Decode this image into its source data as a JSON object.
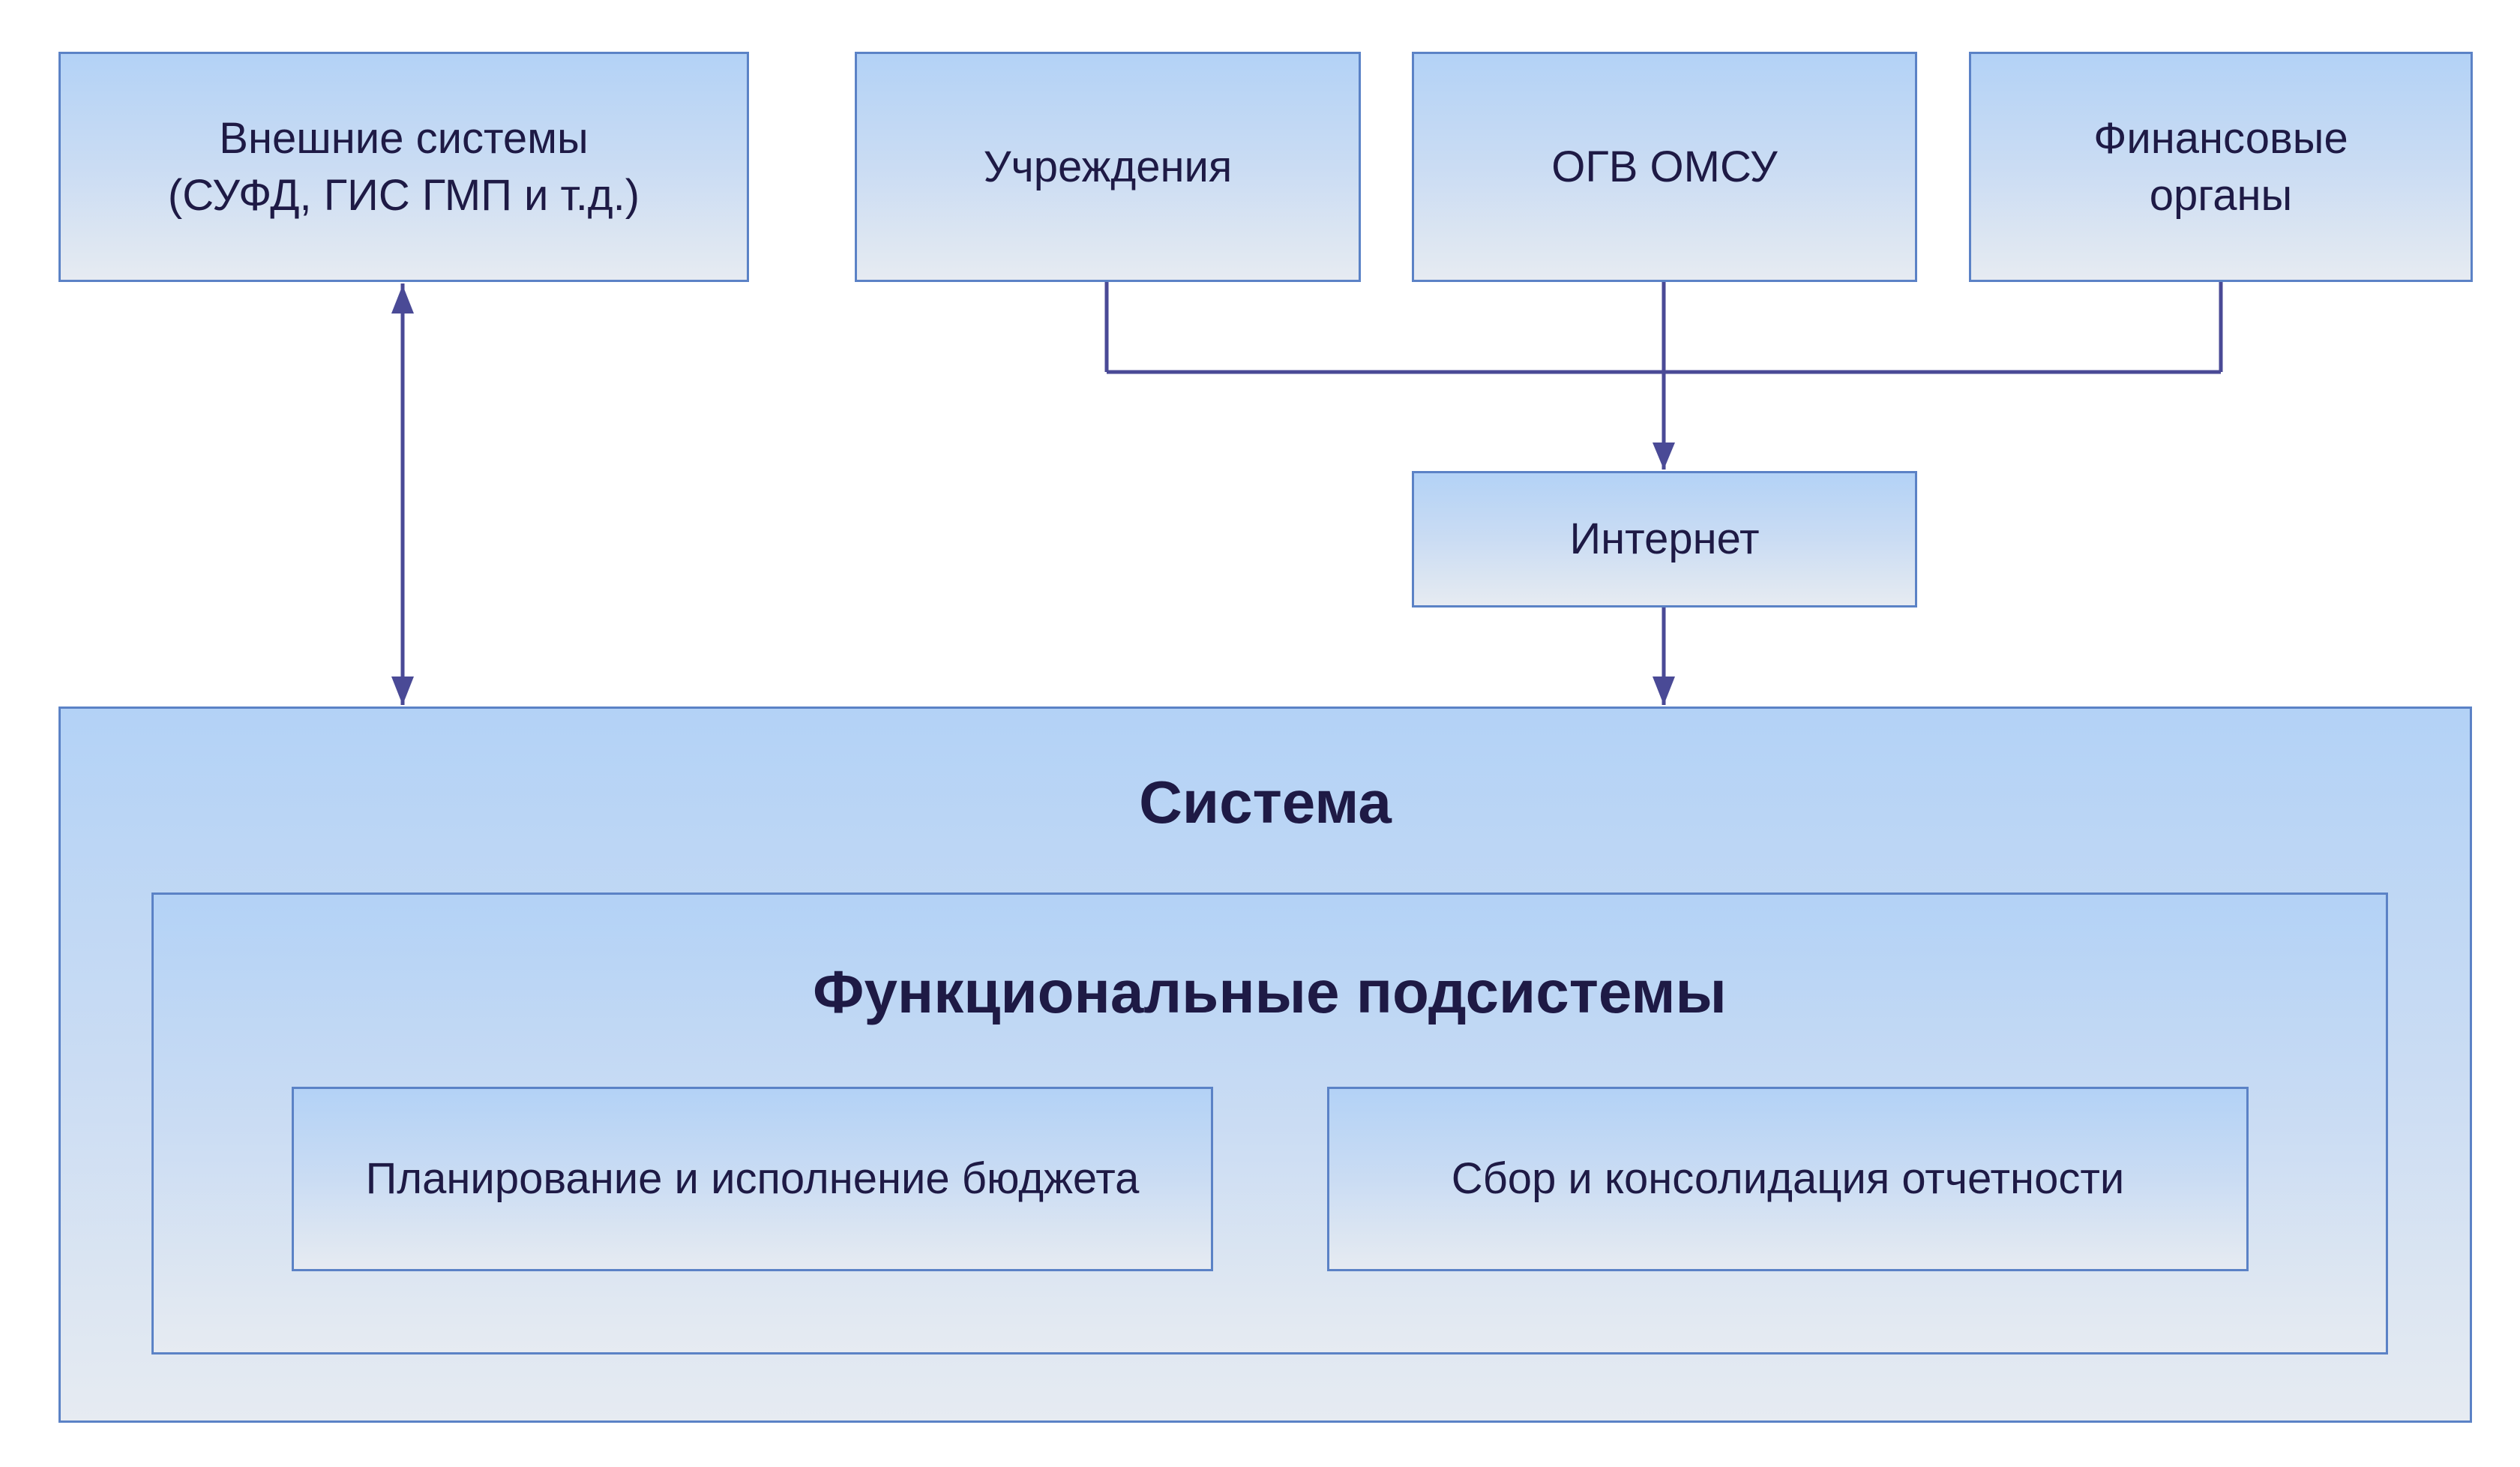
{
  "external_systems": {
    "label": "Внешние системы\n(СУФД, ГИС ГМП и т.д.)"
  },
  "institutions": {
    "label": "Учреждения"
  },
  "ogv_omsu": {
    "label": "ОГВ ОМСУ"
  },
  "financial_bodies": {
    "label": "Финансовые\nорганы"
  },
  "internet": {
    "label": "Интернет"
  },
  "system": {
    "title": "Система",
    "functional_subsystems": {
      "title": "Функциональные подсистемы",
      "items": [
        {
          "label": "Планирование и исполнение бюджета"
        },
        {
          "label": "Сбор и консолидация отчетности"
        }
      ]
    }
  },
  "colors": {
    "box_border": "#5b82c6",
    "gradient_top": "#b3d2f6",
    "gradient_bottom": "#e6ebf2",
    "connector": "#4a4a96",
    "text": "#1e1a45"
  }
}
